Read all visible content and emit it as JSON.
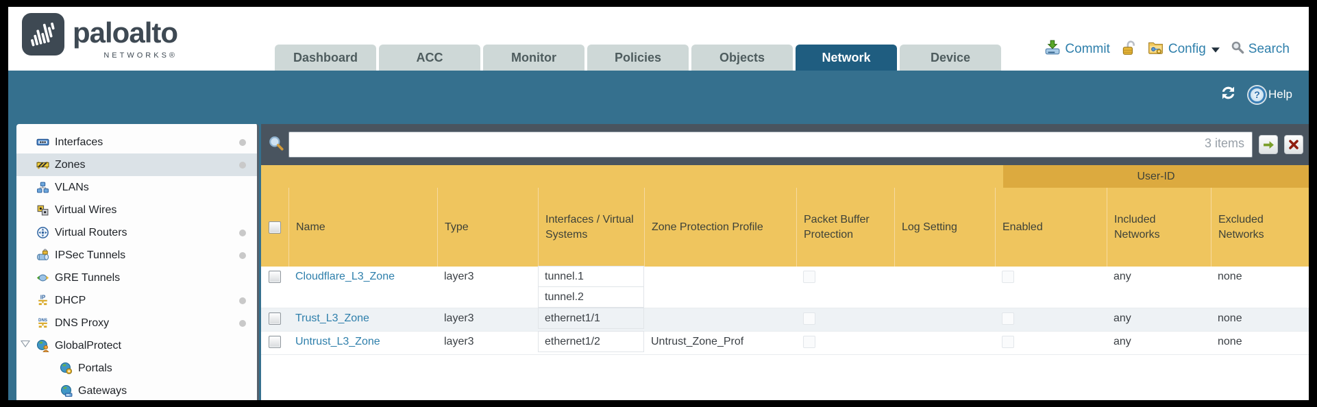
{
  "brand": {
    "name": "paloalto",
    "subtitle": "NETWORKS®"
  },
  "nav": {
    "tabs": [
      "Dashboard",
      "ACC",
      "Monitor",
      "Policies",
      "Objects",
      "Network",
      "Device"
    ],
    "active_tab": "Network"
  },
  "actions": {
    "commit": "Commit",
    "config": "Config",
    "search": "Search"
  },
  "toolbar": {
    "help": "Help"
  },
  "sidebar": {
    "selected": "Zones",
    "items": [
      {
        "label": "Interfaces"
      },
      {
        "label": "Zones"
      },
      {
        "label": "VLANs"
      },
      {
        "label": "Virtual Wires"
      },
      {
        "label": "Virtual Routers"
      },
      {
        "label": "IPSec Tunnels"
      },
      {
        "label": "GRE Tunnels"
      },
      {
        "label": "DHCP"
      },
      {
        "label": "DNS Proxy"
      },
      {
        "label": "GlobalProtect"
      },
      {
        "label": "Portals"
      },
      {
        "label": "Gateways"
      }
    ]
  },
  "filter": {
    "value": "",
    "count": "3 items"
  },
  "table": {
    "group_header": "User-ID",
    "columns": [
      "Name",
      "Type",
      "Interfaces / Virtual Systems",
      "Zone Protection Profile",
      "Packet Buffer Protection",
      "Log Setting",
      "Enabled",
      "Included Networks",
      "Excluded Networks"
    ],
    "rows": [
      {
        "name": "Cloudflare_L3_Zone",
        "type": "layer3",
        "interfaces": [
          "tunnel.1",
          "tunnel.2"
        ],
        "zone_protection_profile": "",
        "log_setting": "",
        "included_networks": "any",
        "excluded_networks": "none"
      },
      {
        "name": "Trust_L3_Zone",
        "type": "layer3",
        "interfaces": [
          "ethernet1/1"
        ],
        "zone_protection_profile": "",
        "log_setting": "",
        "included_networks": "any",
        "excluded_networks": "none"
      },
      {
        "name": "Untrust_L3_Zone",
        "type": "layer3",
        "interfaces": [
          "ethernet1/2"
        ],
        "zone_protection_profile": "Untrust_Zone_Prof",
        "log_setting": "",
        "included_networks": "any",
        "excluded_networks": "none"
      }
    ]
  },
  "colors": {
    "teal": "#35708e",
    "active_tab": "#1f5d80",
    "header_gold": "#efc55e",
    "user_id_band": "#dcaa3f",
    "link": "#2e7fab"
  }
}
